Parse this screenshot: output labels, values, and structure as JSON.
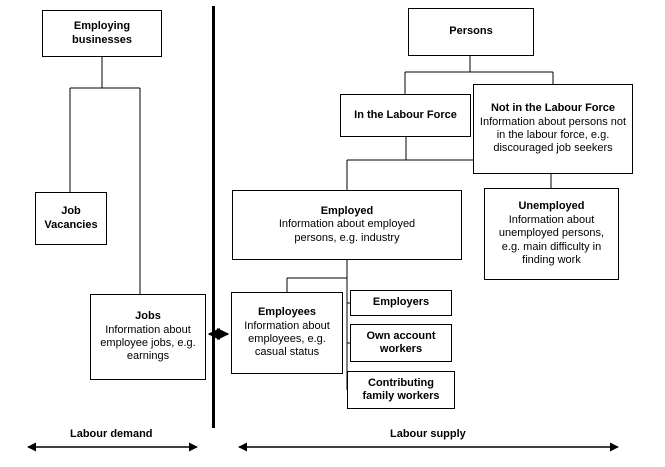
{
  "boxes": {
    "employing_businesses": {
      "title": "Employing businesses"
    },
    "persons": {
      "title": "Persons"
    },
    "in_labour_force": {
      "title": "In the Labour Force"
    },
    "not_in_labour_force": {
      "title": "Not in the Labour Force",
      "body": "Information about persons not in the labour force, e.g. discouraged job seekers"
    },
    "job_vacancies": {
      "title": "Job Vacancies"
    },
    "employed": {
      "title": "Employed",
      "body": "Information about employed persons, e.g. industry"
    },
    "unemployed": {
      "title": "Unemployed",
      "body": "Information about unemployed persons, e.g. main difficulty in finding work"
    },
    "jobs": {
      "title": "Jobs",
      "body": "Information about employee jobs, e.g. earnings"
    },
    "employees": {
      "title": "Employees",
      "body": "Information about employees, e.g. casual status"
    },
    "employers": {
      "title": "Employers"
    },
    "own_account_workers": {
      "title": "Own account workers"
    },
    "contributing_family_workers": {
      "title": "Contributing family workers"
    }
  },
  "labels": {
    "labour_demand": "Labour demand",
    "labour_supply": "Labour supply"
  },
  "colors": {
    "line": "#000000",
    "background": "#ffffff"
  }
}
